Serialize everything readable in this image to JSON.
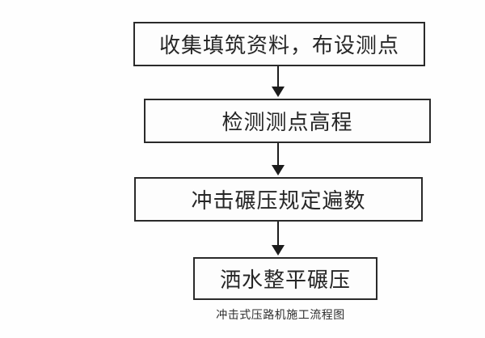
{
  "flowchart": {
    "title_caption": "冲击式压路机施工流程图",
    "steps": [
      {
        "label": "收集填筑资料，布设测点"
      },
      {
        "label": "检测测点高程"
      },
      {
        "label": "冲击碾压规定遍数"
      },
      {
        "label": "洒水整平碾压"
      }
    ],
    "connectors": [
      {
        "from": 1,
        "to": 2,
        "type": "arrow-down"
      },
      {
        "from": 2,
        "to": 3,
        "type": "arrow-down"
      },
      {
        "from": 3,
        "to": 4,
        "type": "arrow-down"
      }
    ]
  },
  "colors": {
    "background": "#fefefe",
    "box_border": "#2a2a2a",
    "box_fill": "#fdfdfd",
    "text": "#262626",
    "arrow": "#1c1c1c"
  }
}
